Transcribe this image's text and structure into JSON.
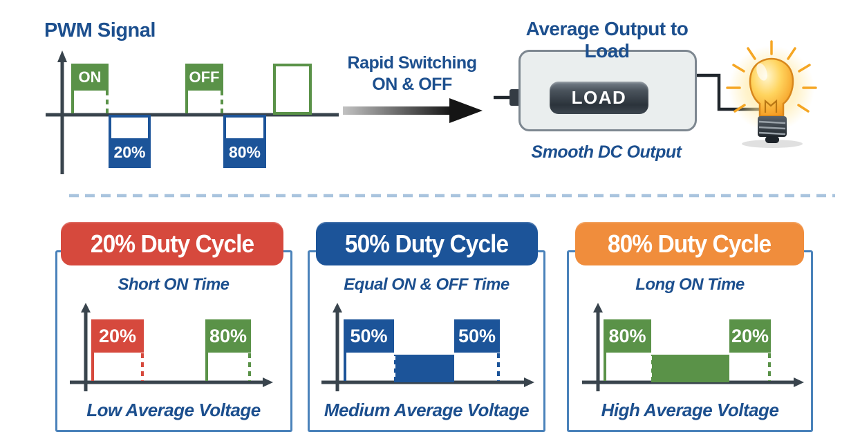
{
  "colors": {
    "navy_text": "#1c4f8e",
    "green": "#5a9248",
    "blue": "#1c5499",
    "red": "#d6493d",
    "orange": "#f08d3c",
    "axis": "#39444d",
    "panel_border": "#4a82ba",
    "separator_dash": "#a9c4de",
    "bulb_glow": "#f5a623"
  },
  "top_left": {
    "title": "PWM Signal",
    "pulse_on_label": "ON",
    "pulse_off_label": "OFF",
    "low_box_1_label": "20%",
    "low_box_2_label": "80%"
  },
  "middle": {
    "arrow_text_line1": "Rapid Switching",
    "arrow_text_line2": "ON & OFF"
  },
  "top_right": {
    "title": "Average Output to Load",
    "load_label": "LOAD",
    "caption": "Smooth DC Output"
  },
  "panels": [
    {
      "header": "20% Duty Cycle",
      "subtitle": "Short ON Time",
      "pulse1_label": "20%",
      "pulse2_label": "80%",
      "caption": "Low Average Voltage"
    },
    {
      "header": "50% Duty Cycle",
      "subtitle": "Equal ON & OFF Time",
      "pulse1_label": "50%",
      "pulse2_label": "50%",
      "caption": "Medium Average Voltage"
    },
    {
      "header": "80% Duty Cycle",
      "subtitle": "Long ON Time",
      "pulse1_label": "80%",
      "pulse2_label": "20%",
      "caption": "High Average Voltage"
    }
  ]
}
